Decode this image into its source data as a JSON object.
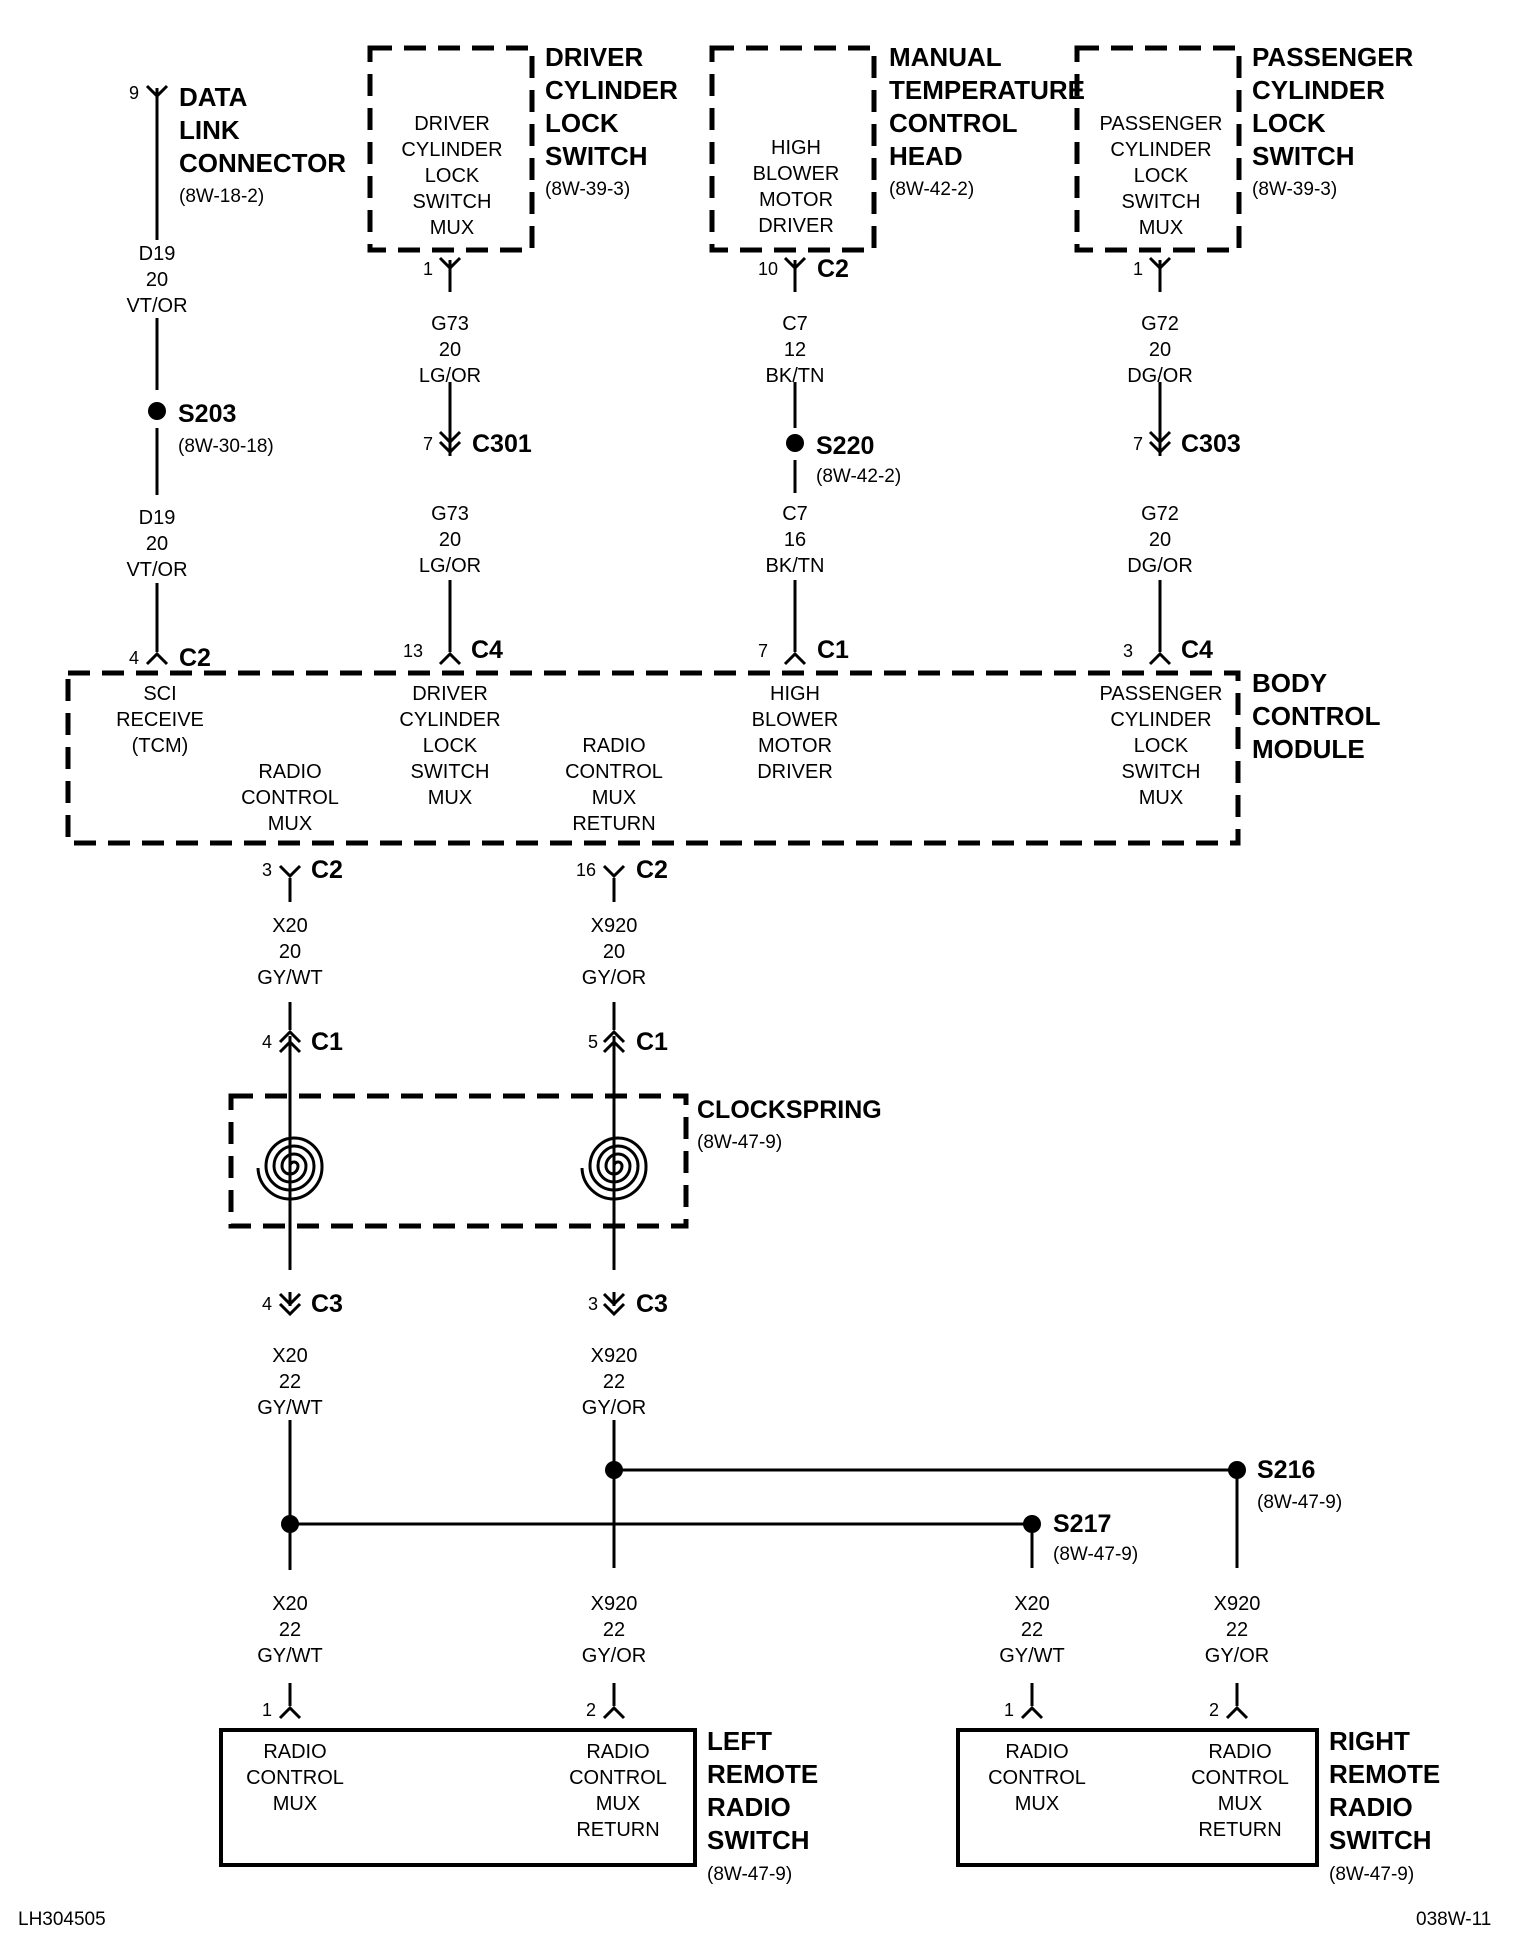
{
  "drawing_id_left": "LH304505",
  "drawing_id_right": "038W-11",
  "components": {
    "dlc": {
      "name": [
        "DATA",
        "LINK",
        "CONNECTOR"
      ],
      "ref": "(8W-18-2)",
      "pin": "9"
    },
    "driver_cyl": {
      "name": [
        "DRIVER",
        "CYLINDER",
        "LOCK",
        "SWITCH"
      ],
      "ref": "(8W-39-3)",
      "inner": [
        "DRIVER",
        "CYLINDER",
        "LOCK",
        "SWITCH",
        "MUX"
      ],
      "pin": "1"
    },
    "mtc": {
      "name": [
        "MANUAL",
        "TEMPERATURE",
        "CONTROL",
        "HEAD"
      ],
      "ref": "(8W-42-2)",
      "inner": [
        "HIGH",
        "BLOWER",
        "MOTOR",
        "DRIVER"
      ],
      "pin": "10",
      "conn": "C2"
    },
    "pass_cyl": {
      "name": [
        "PASSENGER",
        "CYLINDER",
        "LOCK",
        "SWITCH"
      ],
      "ref": "(8W-39-3)",
      "inner": [
        "PASSENGER",
        "CYLINDER",
        "LOCK",
        "SWITCH",
        "MUX"
      ],
      "pin": "1"
    },
    "bcm": {
      "name": [
        "BODY",
        "CONTROL",
        "MODULE"
      ],
      "sci": [
        "SCI",
        "RECEIVE",
        "(TCM)"
      ],
      "radio_mux": [
        "RADIO",
        "CONTROL",
        "MUX"
      ],
      "driver": [
        "DRIVER",
        "CYLINDER",
        "LOCK",
        "SWITCH",
        "MUX"
      ],
      "radio_return": [
        "RADIO",
        "CONTROL",
        "MUX",
        "RETURN"
      ],
      "blower": [
        "HIGH",
        "BLOWER",
        "MOTOR",
        "DRIVER"
      ],
      "passenger": [
        "PASSENGER",
        "CYLINDER",
        "LOCK",
        "SWITCH",
        "MUX"
      ],
      "pins": [
        {
          "pin": "4",
          "conn": "C2"
        },
        {
          "pin": "13",
          "conn": "C4"
        },
        {
          "pin": "7",
          "conn": "C1"
        },
        {
          "pin": "3",
          "conn": "C4"
        },
        {
          "pin": "3",
          "conn": "C2"
        },
        {
          "pin": "16",
          "conn": "C2"
        }
      ]
    },
    "clockspring": {
      "name": "CLOCKSPRING",
      "ref": "(8W-47-9)"
    },
    "left_switch": {
      "name": [
        "LEFT",
        "REMOTE",
        "RADIO",
        "SWITCH"
      ],
      "ref": "(8W-47-9)",
      "mux": [
        "RADIO",
        "CONTROL",
        "MUX"
      ],
      "ret": [
        "RADIO",
        "CONTROL",
        "MUX",
        "RETURN"
      ],
      "pin1": "1",
      "pin2": "2"
    },
    "right_switch": {
      "name": [
        "RIGHT",
        "REMOTE",
        "RADIO",
        "SWITCH"
      ],
      "ref": "(8W-47-9)",
      "mux": [
        "RADIO",
        "CONTROL",
        "MUX"
      ],
      "ret": [
        "RADIO",
        "CONTROL",
        "MUX",
        "RETURN"
      ],
      "pin1": "1",
      "pin2": "2"
    }
  },
  "splices": {
    "s203": {
      "name": "S203",
      "ref": "(8W-30-18)"
    },
    "s220": {
      "name": "S220",
      "ref": "(8W-42-2)"
    },
    "s216": {
      "name": "S216",
      "ref": "(8W-47-9)"
    },
    "s217": {
      "name": "S217",
      "ref": "(8W-47-9)"
    }
  },
  "inline_connectors": {
    "c301": {
      "pin": "7",
      "name": "C301"
    },
    "c303": {
      "pin": "7",
      "name": "C303"
    },
    "c1_a": {
      "pin": "4",
      "name": "C1"
    },
    "c1_b": {
      "pin": "5",
      "name": "C1"
    },
    "c3_a": {
      "pin": "4",
      "name": "C3"
    },
    "c3_b": {
      "pin": "3",
      "name": "C3"
    }
  },
  "wires": {
    "d19_top": [
      "D19",
      "20",
      "VT/OR"
    ],
    "d19_bot": [
      "D19",
      "20",
      "VT/OR"
    ],
    "g73_top": [
      "G73",
      "20",
      "LG/OR"
    ],
    "g73_bot": [
      "G73",
      "20",
      "LG/OR"
    ],
    "c7_top": [
      "C7",
      "12",
      "BK/TN"
    ],
    "c7_bot": [
      "C7",
      "16",
      "BK/TN"
    ],
    "g72_top": [
      "G72",
      "20",
      "DG/OR"
    ],
    "g72_bot": [
      "G72",
      "20",
      "DG/OR"
    ],
    "x20_a": [
      "X20",
      "20",
      "GY/WT"
    ],
    "x920_a": [
      "X920",
      "20",
      "GY/OR"
    ],
    "x20_b": [
      "X20",
      "22",
      "GY/WT"
    ],
    "x920_b": [
      "X920",
      "22",
      "GY/OR"
    ],
    "x20_c": [
      "X20",
      "22",
      "GY/WT"
    ],
    "x920_c": [
      "X920",
      "22",
      "GY/OR"
    ],
    "x20_d": [
      "X20",
      "22",
      "GY/WT"
    ],
    "x920_d": [
      "X920",
      "22",
      "GY/OR"
    ]
  }
}
